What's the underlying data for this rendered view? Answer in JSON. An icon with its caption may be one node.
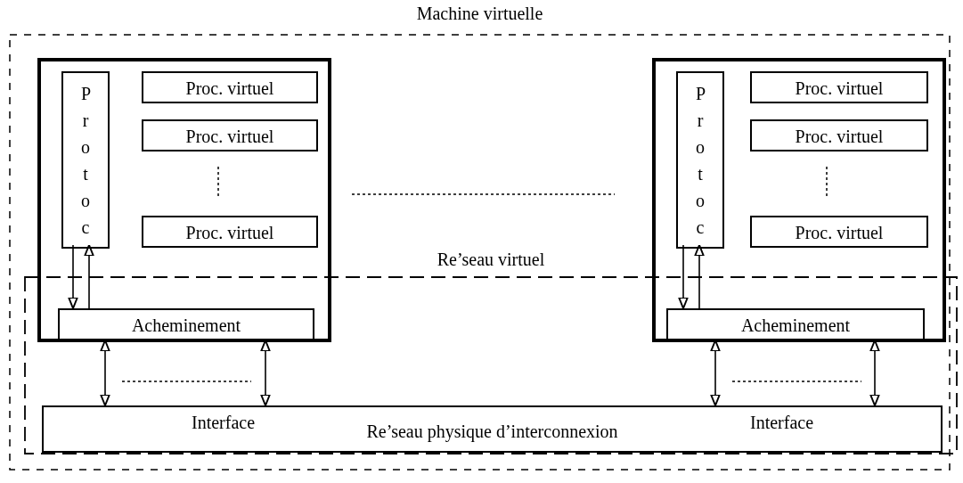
{
  "diagram": {
    "nodes": [
      {
        "text": [
          "Machine virtuelle"
        ]
      },
      {
        "text": [],
        "shape": "box",
        "in": 0
      },
      {
        "text": [
          "Protoc"
        ],
        "in": 1
      },
      {
        "text": [
          "Proc. virtuel"
        ],
        "in": 1
      },
      {
        "text": [
          "Proc. virtuel"
        ],
        "in": 1
      },
      {
        "text": [
          "Proc. virtuel"
        ],
        "in": 1
      },
      {
        "text": [
          "Acheminement"
        ]
      },
      {
        "text": [],
        "shape": "box",
        "in": 0
      },
      {
        "text": [
          "Protoc"
        ],
        "in": 7
      },
      {
        "text": [
          "Proc. virtuel"
        ],
        "in": 7
      },
      {
        "text": [
          "Proc. virtuel"
        ],
        "in": 7
      },
      {
        "text": [
          "Proc. virtuel"
        ],
        "in": 7
      },
      {
        "text": [
          "Acheminement"
        ]
      },
      {
        "text": [
          "Re’seau virtuel"
        ],
        "in": 0
      },
      {
        "text": [
          "Interface",
          "Re’seau physique d’interconnexion",
          "Interface"
        ],
        "in": 13
      }
    ],
    "edges": [
      {
        "from": 2,
        "to": 6,
        "arrow": "to"
      },
      {
        "from": 6,
        "to": 2,
        "arrow": "to"
      },
      {
        "from": 8,
        "to": 12,
        "arrow": "to"
      },
      {
        "from": 12,
        "to": 8,
        "arrow": "to"
      },
      {
        "from": 6,
        "to": 14,
        "arrow": "both"
      },
      {
        "from": 6,
        "to": 14,
        "arrow": "both"
      },
      {
        "from": 12,
        "to": 14,
        "arrow": "both"
      },
      {
        "from": 12,
        "to": 14,
        "arrow": "both"
      }
    ]
  }
}
